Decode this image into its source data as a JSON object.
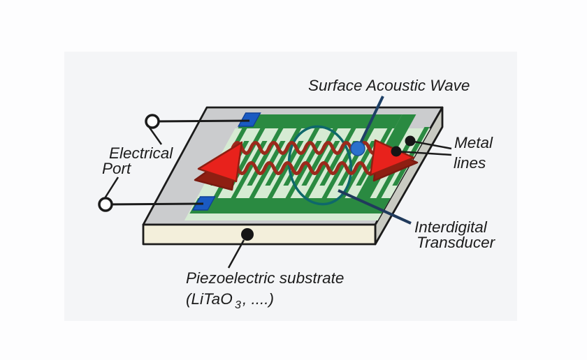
{
  "figure": {
    "labels": {
      "surface_acoustic_wave": "Surface Acoustic Wave",
      "electrical_port_line1": "Electrical",
      "electrical_port_line2": "Port",
      "metal_lines_line1": "Metal",
      "metal_lines_line2": "lines",
      "interdigital_line1": "Interdigital",
      "interdigital_line2": "Transducer",
      "substrate_line1": "Piezoelectric substrate",
      "substrate_line2_prefix": "(LiTaO",
      "substrate_line2_sub": "3",
      "substrate_line2_suffix": " , ....)"
    },
    "colors": {
      "metal_dark_green": "#2a8a41",
      "metallization_light_green": "#d6ebd3",
      "electrode_blue": "#1a5ac2",
      "saw_dot_blue": "#2a70cc",
      "wave_dark_red": "#9b2a1c",
      "arrow_red": "#e8221c",
      "arrow_dark_red": "#8e1f12",
      "ellipse_teal": "#0e686b",
      "pointer_navy": "#1e4066",
      "leader_navy": "#203a5c",
      "substrate_cream": "#f3efdb",
      "top_face_gray": "#cbccce",
      "side_face_gray": "#c9cac2",
      "wire_black": "#1b1b1b"
    }
  }
}
